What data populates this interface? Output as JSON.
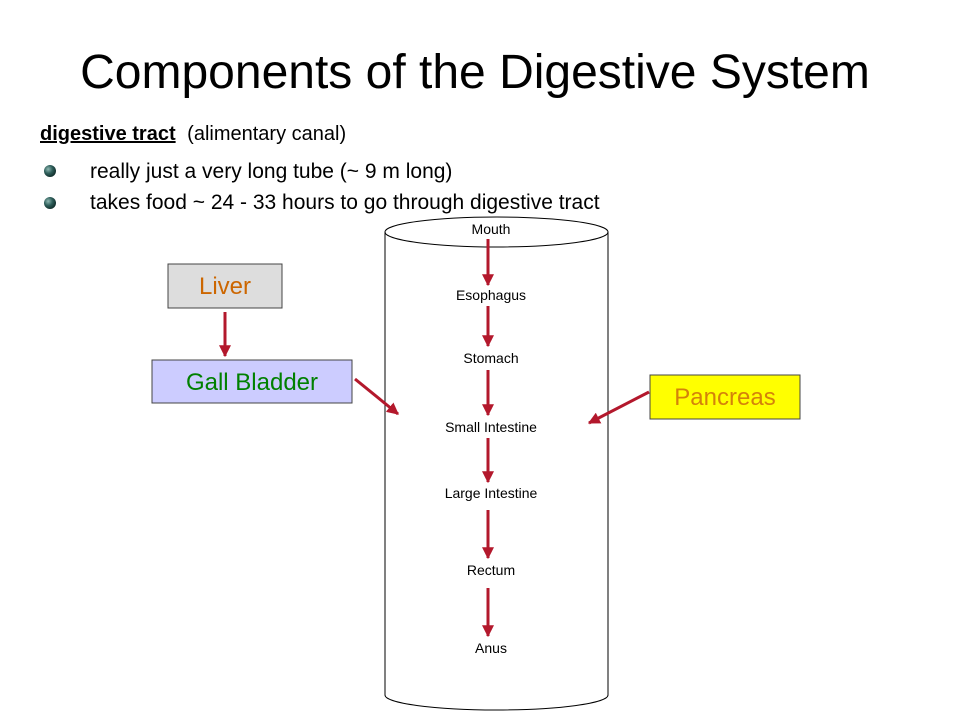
{
  "slide": {
    "title": "Components of the Digestive System",
    "term": "digestive tract",
    "term_note": "(alimentary canal)",
    "bullets": [
      "really just a very long tube (~ 9 m long)",
      "takes food ~ 24 - 33 hours to go through digestive tract"
    ]
  },
  "diagram": {
    "tract": [
      "Mouth",
      "Esophagus",
      "Stomach",
      "Small Intestine",
      "Large Intestine",
      "Rectum",
      "Anus"
    ],
    "organs": {
      "liver": "Liver",
      "gall_bladder": "Gall Bladder",
      "pancreas": "Pancreas"
    }
  },
  "colors": {
    "arrow": "#B3182C",
    "liver_fill": "#DDDDDD",
    "liver_text": "#CC6600",
    "gall_bladder_fill": "#CCCCFF",
    "gall_bladder_text": "#008000",
    "pancreas_fill": "#FFFF00",
    "pancreas_text": "#D4820A",
    "bullet": "#2E5E5A"
  }
}
